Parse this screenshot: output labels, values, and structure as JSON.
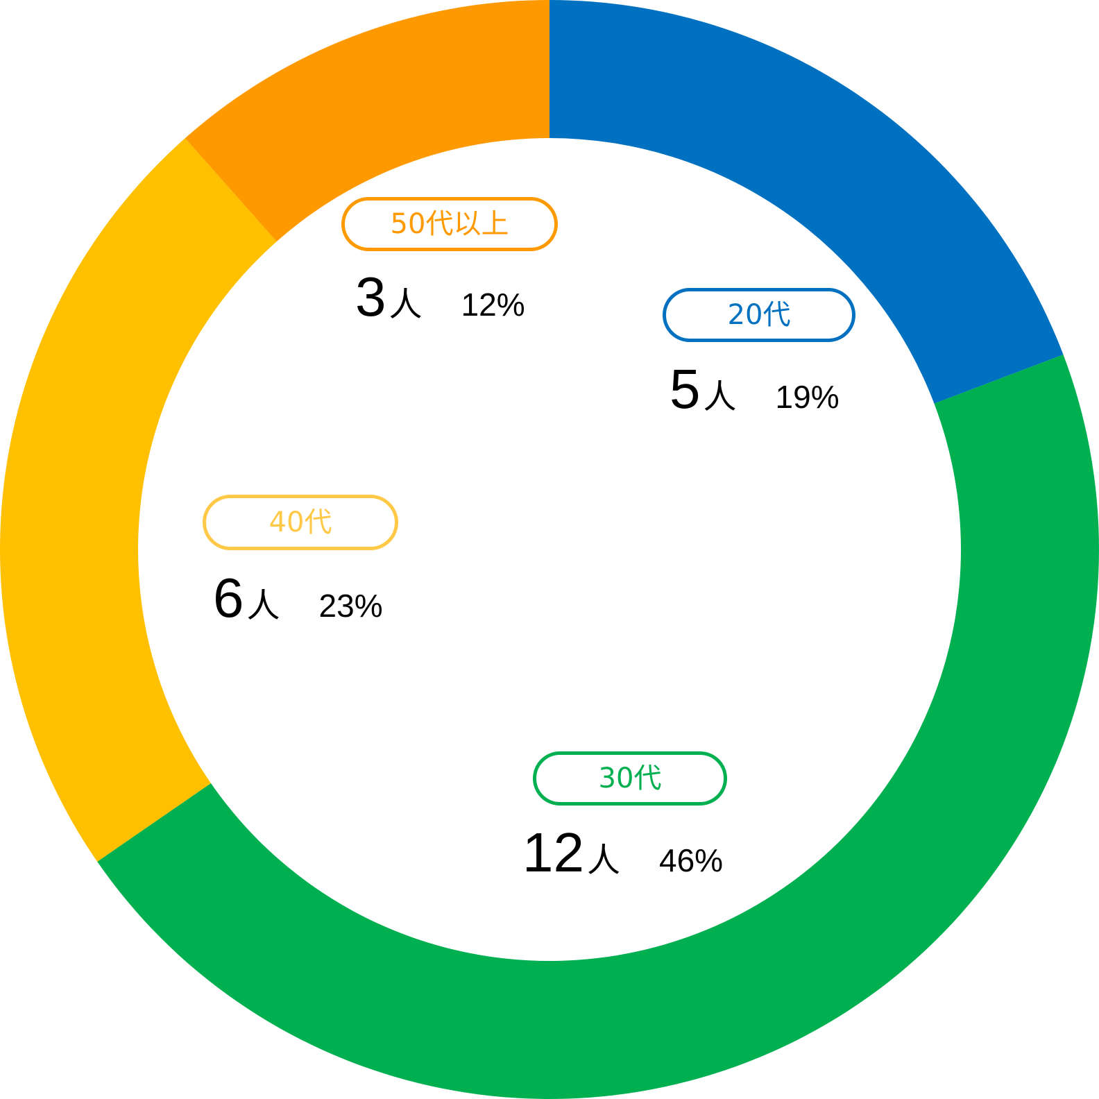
{
  "chart_data": {
    "type": "pie",
    "categories": [
      "20代",
      "30代",
      "40代",
      "50代以上"
    ],
    "values": [
      5,
      12,
      6,
      3
    ],
    "percents": [
      "19",
      "46",
      "23",
      "12"
    ],
    "unit": "人",
    "percent_sign": "%",
    "colors": [
      "#0070C0",
      "#00B050",
      "#FFC000",
      "#FF9900"
    ],
    "label_border_colors": [
      "#0070C0",
      "#00B050",
      "#FFC846",
      "#FF9900"
    ],
    "start_angle": "top",
    "direction": "clockwise",
    "style": "donut"
  }
}
